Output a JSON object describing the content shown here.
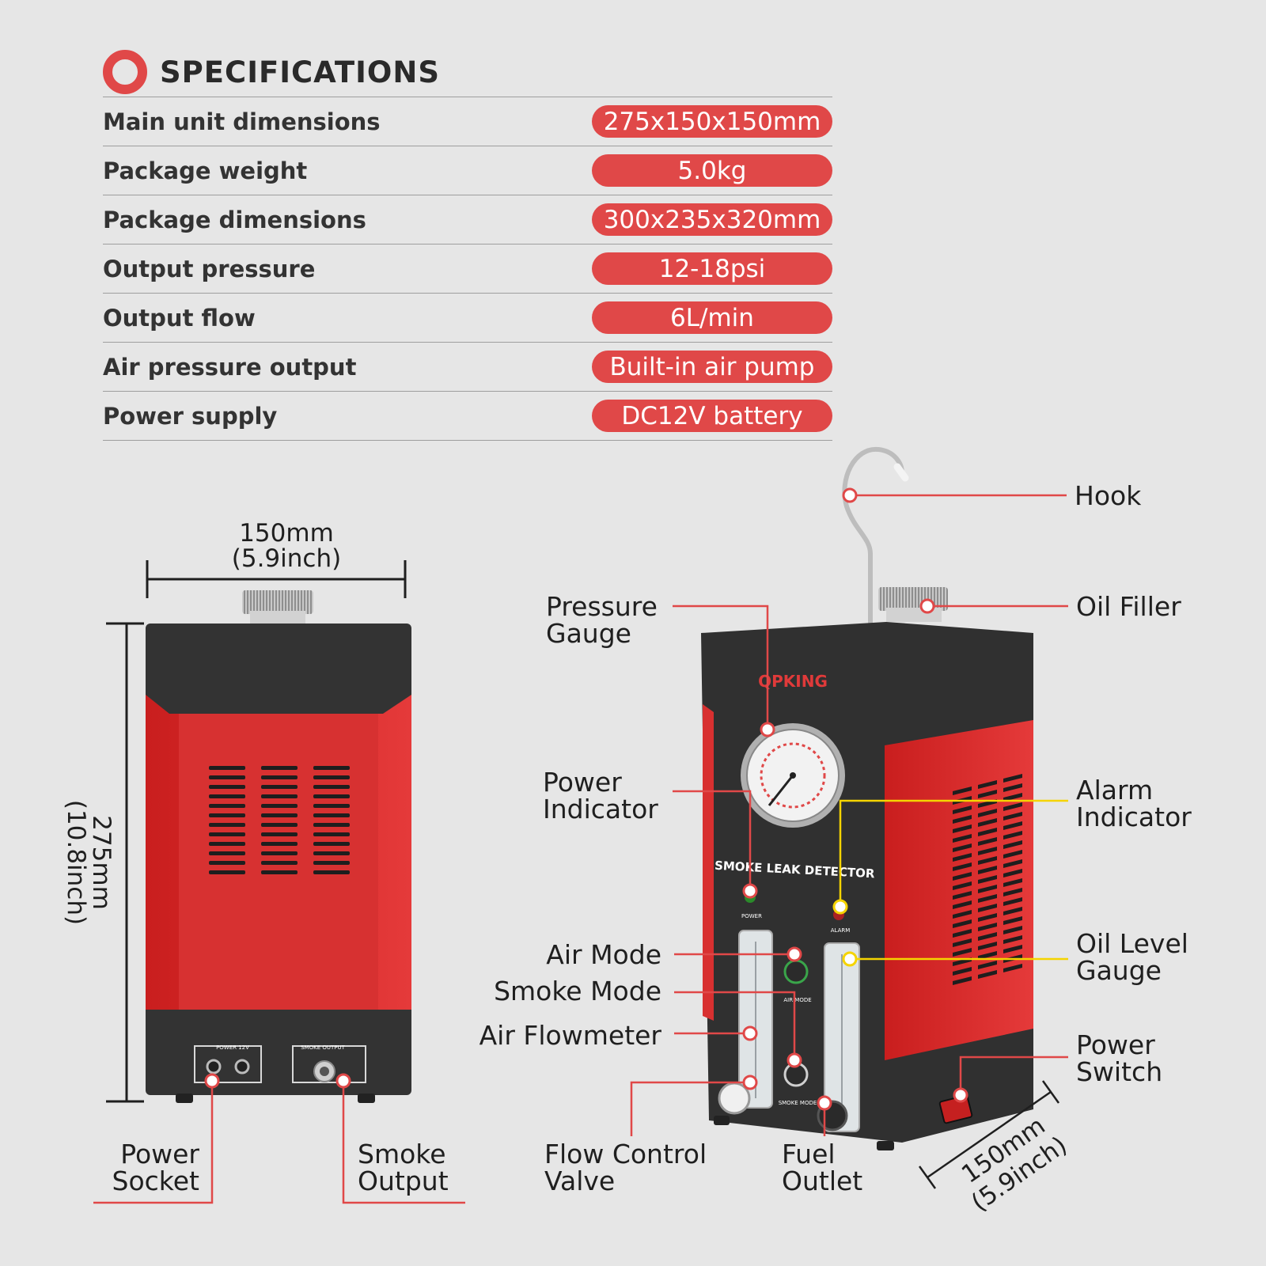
{
  "specifications": {
    "title": "SPECIFICATIONS",
    "rows": [
      {
        "label": "Main unit dimensions",
        "value": "275x150x150mm"
      },
      {
        "label": "Package weight",
        "value": "5.0kg"
      },
      {
        "label": "Package dimensions",
        "value": "300x235x320mm"
      },
      {
        "label": "Output pressure",
        "value": "12-18psi"
      },
      {
        "label": "Output flow",
        "value": "6L/min"
      },
      {
        "label": "Air pressure output",
        "value": "Built-in air pump"
      },
      {
        "label": "Power supply",
        "value": "DC12V battery"
      }
    ]
  },
  "dimensions": {
    "width_mm": "150mm",
    "width_in": "(5.9inch)",
    "height_mm": "275mm",
    "height_in": "(10.8inch)",
    "depth_mm": "150mm",
    "depth_in": "(5.9inch)"
  },
  "device": {
    "brand": "QPKING",
    "name": "SMOKE LEAK DETECTOR",
    "power_port": "POWER 12V",
    "smoke_port": "SMOKE OUTPUT",
    "power_led": "POWER",
    "alarm_led": "ALARM",
    "air_mode": "AIR MODE",
    "smoke_mode": "SMOKE MODE"
  },
  "callouts": {
    "hook": "Hook",
    "oil_filler": "Oil Filler",
    "pressure_gauge": [
      "Pressure",
      "Gauge"
    ],
    "power_indicator": [
      "Power",
      "Indicator"
    ],
    "alarm_indicator": [
      "Alarm",
      "Indicator"
    ],
    "air_mode": "Air Mode",
    "smoke_mode": "Smoke Mode",
    "oil_level_gauge": [
      "Oil Level",
      "Gauge"
    ],
    "air_flowmeter": "Air Flowmeter",
    "power_switch": [
      "Power",
      "Switch"
    ],
    "power_socket": [
      "Power",
      "Socket"
    ],
    "smoke_output": [
      "Smoke",
      "Output"
    ],
    "flow_control_valve": [
      "Flow Control",
      "Valve"
    ],
    "fuel_outlet": [
      "Fuel",
      "Outlet"
    ]
  },
  "colors": {
    "accent": "#e04848",
    "callout_red": "#e04848",
    "callout_yellow": "#f5d400",
    "body_red": "#d92f2f",
    "body_dark": "#333333",
    "background": "#e6e6e6"
  }
}
